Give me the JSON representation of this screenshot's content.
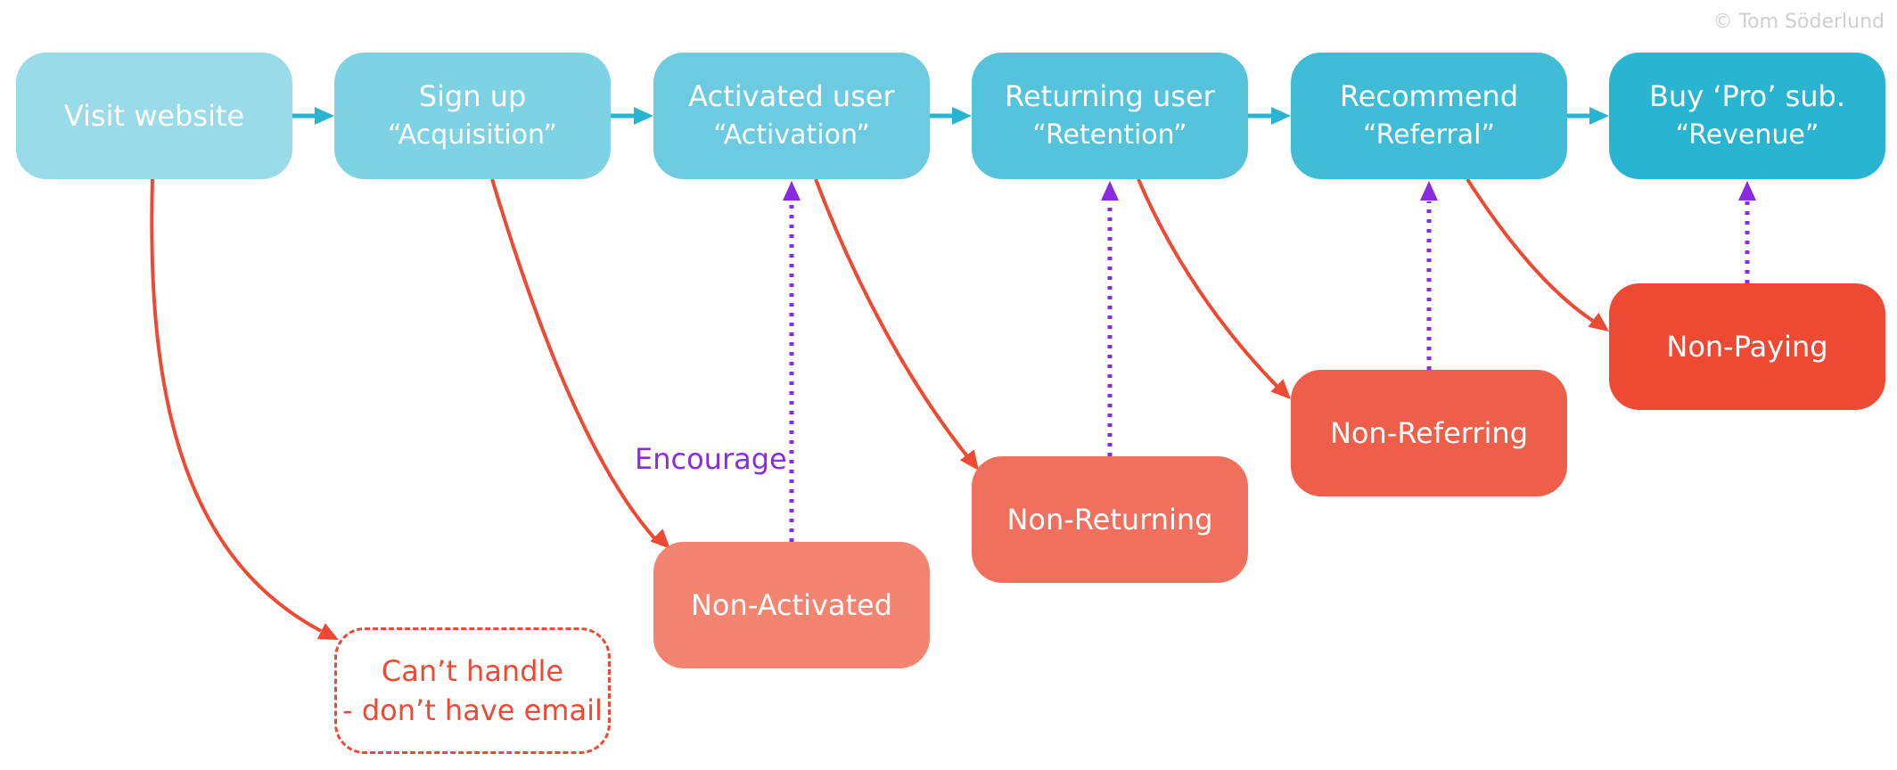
{
  "copyright": "© Tom Söderlund",
  "funnel": [
    {
      "title": "Visit website",
      "subtitle": ""
    },
    {
      "title": "Sign up",
      "subtitle": "“Acquisition”"
    },
    {
      "title": "Activated user",
      "subtitle": "“Activation”"
    },
    {
      "title": "Returning user",
      "subtitle": "“Retention”"
    },
    {
      "title": "Recommend",
      "subtitle": "“Referral”"
    },
    {
      "title": "Buy ‘Pro’ sub.",
      "subtitle": "“Revenue”"
    }
  ],
  "dropoffs": [
    {
      "line1": "Can’t handle",
      "line2": "- don’t have email"
    },
    {
      "label": "Non-Activated"
    },
    {
      "label": "Non-Returning"
    },
    {
      "label": "Non-Referring"
    },
    {
      "label": "Non-Paying"
    }
  ],
  "encourage_label": "Encourage",
  "colors": {
    "funnel": [
      "#99dbe9",
      "#7dd2e4",
      "#6ccbe0",
      "#55c3db",
      "#40bcd7",
      "#29b4d2"
    ],
    "dropoff": [
      "#ee4a33",
      "#f28470",
      "#f0705d",
      "#ee5e48",
      "#ee4a33"
    ],
    "arrow_flow": "#29b4d2",
    "arrow_drop": "#ee4a33",
    "arrow_encourage": "#8a2be2"
  }
}
